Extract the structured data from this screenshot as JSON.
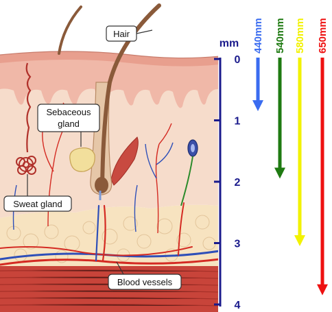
{
  "labels": {
    "hair": "Hair",
    "sebaceous_line1": "Sebaceous",
    "sebaceous_line2": "gland",
    "sweat_gland": "Sweat gland",
    "blood_vessels": "Blood vessels"
  },
  "depth_scale": {
    "unit": "mm",
    "ticks": [
      "0",
      "1",
      "2",
      "3",
      "4"
    ],
    "color": "#1a1a8c"
  },
  "wavelengths": [
    {
      "label": "440mm",
      "color": "#3a6cf0",
      "depth_mm": 0.85
    },
    {
      "label": "540mm",
      "color": "#1f7a12",
      "depth_mm": 1.95
    },
    {
      "label": "580mm",
      "color": "#f2f200",
      "depth_mm": 3.05
    },
    {
      "label": "650mm",
      "color": "#ee1111",
      "depth_mm": 3.85
    }
  ],
  "colors": {
    "epidermis": "#f0b8a8",
    "dermis": "#f6dccb",
    "subcutis": "#f7e3c0",
    "muscle": "#c8443a",
    "artery": "#d42a22",
    "vein": "#2e4fb8",
    "hair": "#8a5a3a"
  }
}
